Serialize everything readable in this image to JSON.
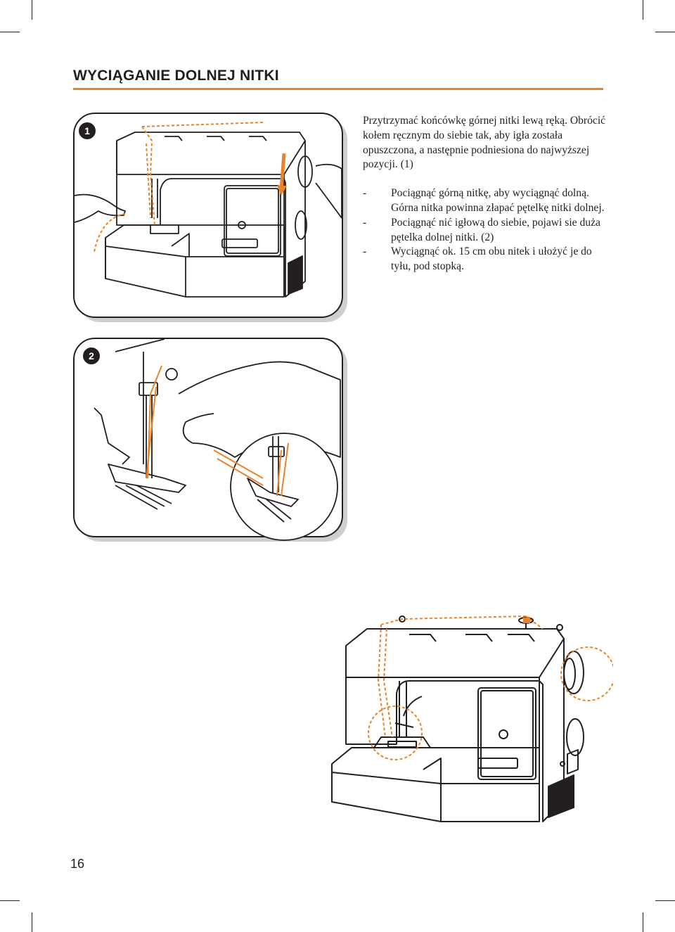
{
  "section": {
    "title": "WYCIĄGANIE DOLNEJ NITKI",
    "accent_color": "#e8832a",
    "line_color": "#231f20"
  },
  "figures": [
    {
      "number": "1"
    },
    {
      "number": "2"
    }
  ],
  "instructions": {
    "intro": "Przytrzymać końcówkę górnej nitki lewą ręką. Obrócić kołem ręcznym do siebie tak, aby igła została opuszczona, a następnie podniesiona do najwyższej pozycji. (1)",
    "steps": [
      {
        "dash": "-",
        "text": "Pociągnąć górną nitkę, aby wyciągnąć dolną. Górna nitka powinna złapać pętelkę nitki dolnej."
      },
      {
        "dash": "-",
        "text": "Pociągnąć nić igłową do siebie, pojawi sie duża pętelka dolnej nitki. (2)"
      },
      {
        "dash": "-",
        "text": "Wyciągnąć ok. 15 cm obu nitek i ułożyć je do tyłu, pod stopką."
      }
    ]
  },
  "page_number": "16"
}
